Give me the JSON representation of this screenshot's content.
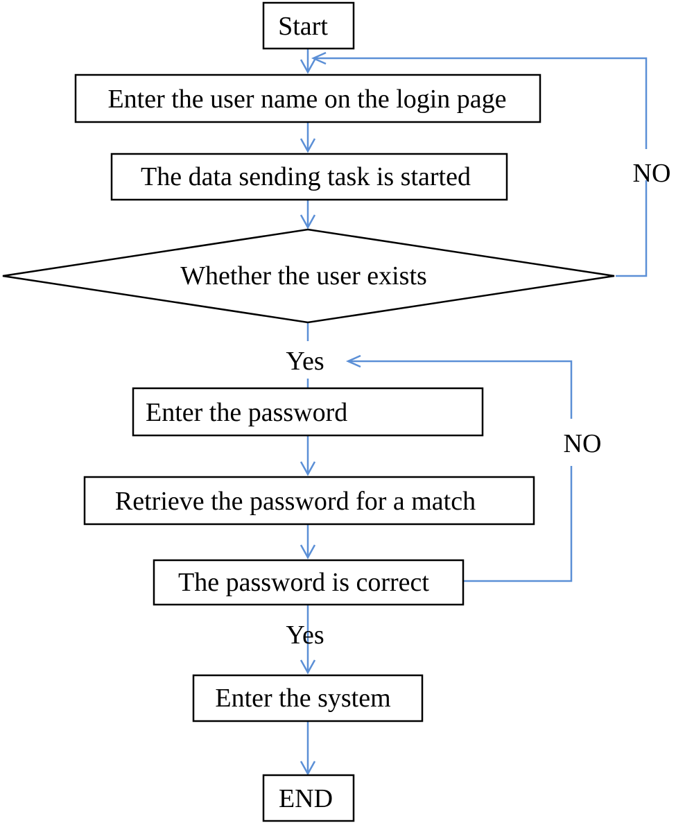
{
  "flowchart": {
    "start": "Start",
    "enter_username": "Enter the user name on the login page",
    "send_task": "The data sending task is started",
    "user_exists": "Whether the user exists",
    "enter_password": "Enter the password",
    "retrieve_password": "Retrieve the password for a match",
    "password_correct": "The password is correct",
    "enter_system": "Enter the system",
    "end": "END"
  },
  "edge_labels": {
    "user_no": "NO",
    "user_yes": "Yes",
    "password_no": "NO",
    "password_yes": "Yes"
  },
  "colors": {
    "connector": "#5b8fd6",
    "box_border": "#000000",
    "text": "#000000"
  }
}
